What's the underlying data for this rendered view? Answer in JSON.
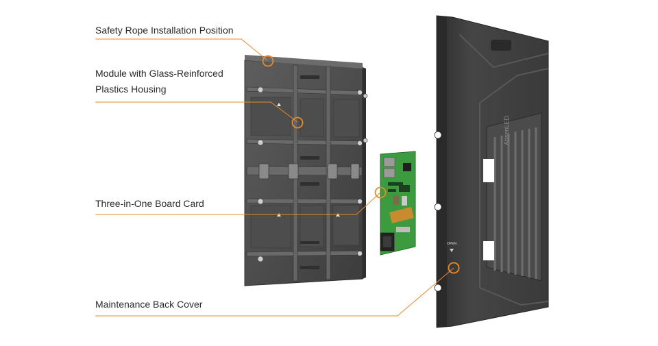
{
  "colors": {
    "leader": "#e8892a",
    "panel_dark": "#3f3f3f",
    "panel_mid": "#575757",
    "cover_dark": "#353535",
    "pcb": "#3a9a3a"
  },
  "labels": {
    "rope": "Safety Rope Installation Position",
    "module_line1": "Module with Glass-Reinforced",
    "module_line2": "Plastics Housing",
    "board": "Three-in-One Board Card",
    "cover": "Maintenance Back Cover"
  },
  "cover_text": {
    "open": "OPEN",
    "brand": "AbsenLED"
  }
}
